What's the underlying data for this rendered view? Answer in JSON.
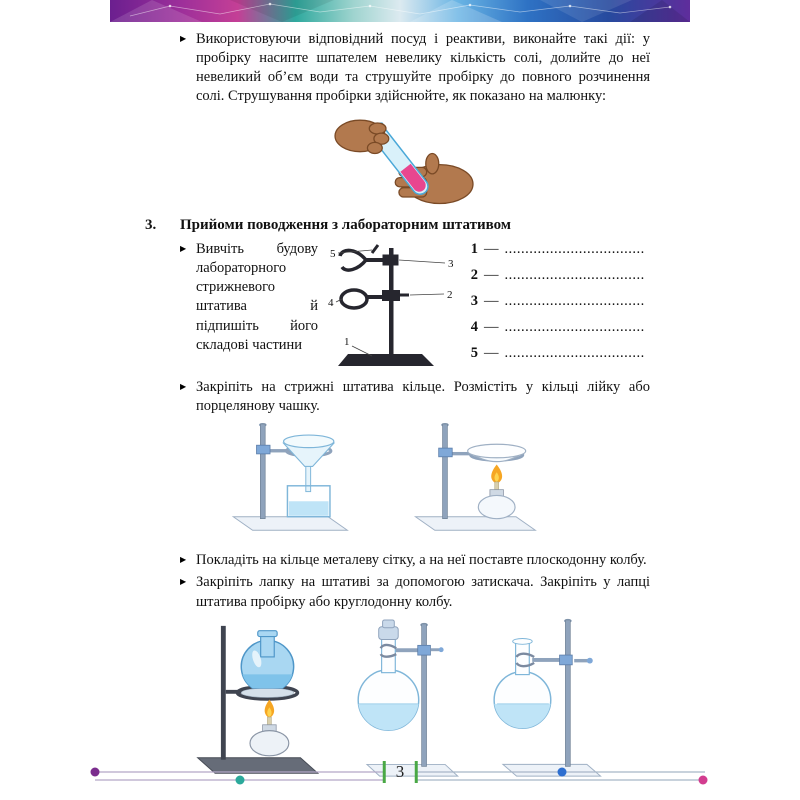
{
  "page": {
    "number": "3"
  },
  "marker": "▶",
  "intro": {
    "text": "Використовуючи відповідний посуд і реактиви, виконайте такі дії: у пробірку насипте шпателем невелику кількість солі, долийте до неї невеликий об’єм води та струшуйте пробірку до повного розчинення солі. Струшування пробірки здійснюйте, як показано на малюнку:"
  },
  "section": {
    "number": "3.",
    "title": "Прийоми поводження з лабораторним штативом"
  },
  "bullets": {
    "study": "Вивчіть будову лабораторного стрижневого штатива й підпишіть його складові частини",
    "ring": "Закріпіть на стрижні штатива кільце. Розмістіть у кільці лійку або порцелянову чашку.",
    "mesh": "Покладіть на кільце металеву сітку, а на неї поставте плоскодонну колбу.",
    "clamp": "Закріпіть лапку на штативі за допомогою затискача. Закріпіть у лапці штатива пробірку або круглодонну колбу."
  },
  "diagram": {
    "n1": "1",
    "n2": "2",
    "n3": "3",
    "n4": "4",
    "n5": "5"
  },
  "answers": {
    "dash": "—",
    "items": [
      {
        "num": "1",
        "dots": ".................................."
      },
      {
        "num": "2",
        "dots": ".................................."
      },
      {
        "num": "3",
        "dots": ".................................."
      },
      {
        "num": "4",
        "dots": ".................................."
      },
      {
        "num": "5",
        "dots": ".................................."
      }
    ]
  },
  "colors": {
    "accent_purple": "#7B2D8E",
    "accent_teal": "#2BA99B",
    "accent_blue": "#2E6FD0",
    "accent_magenta": "#D23C8F",
    "accent_green": "#49A845",
    "flame_orange": "#F6A623",
    "liquid_blue": "#BFE4F7",
    "liquid_pink": "#E8468F"
  }
}
